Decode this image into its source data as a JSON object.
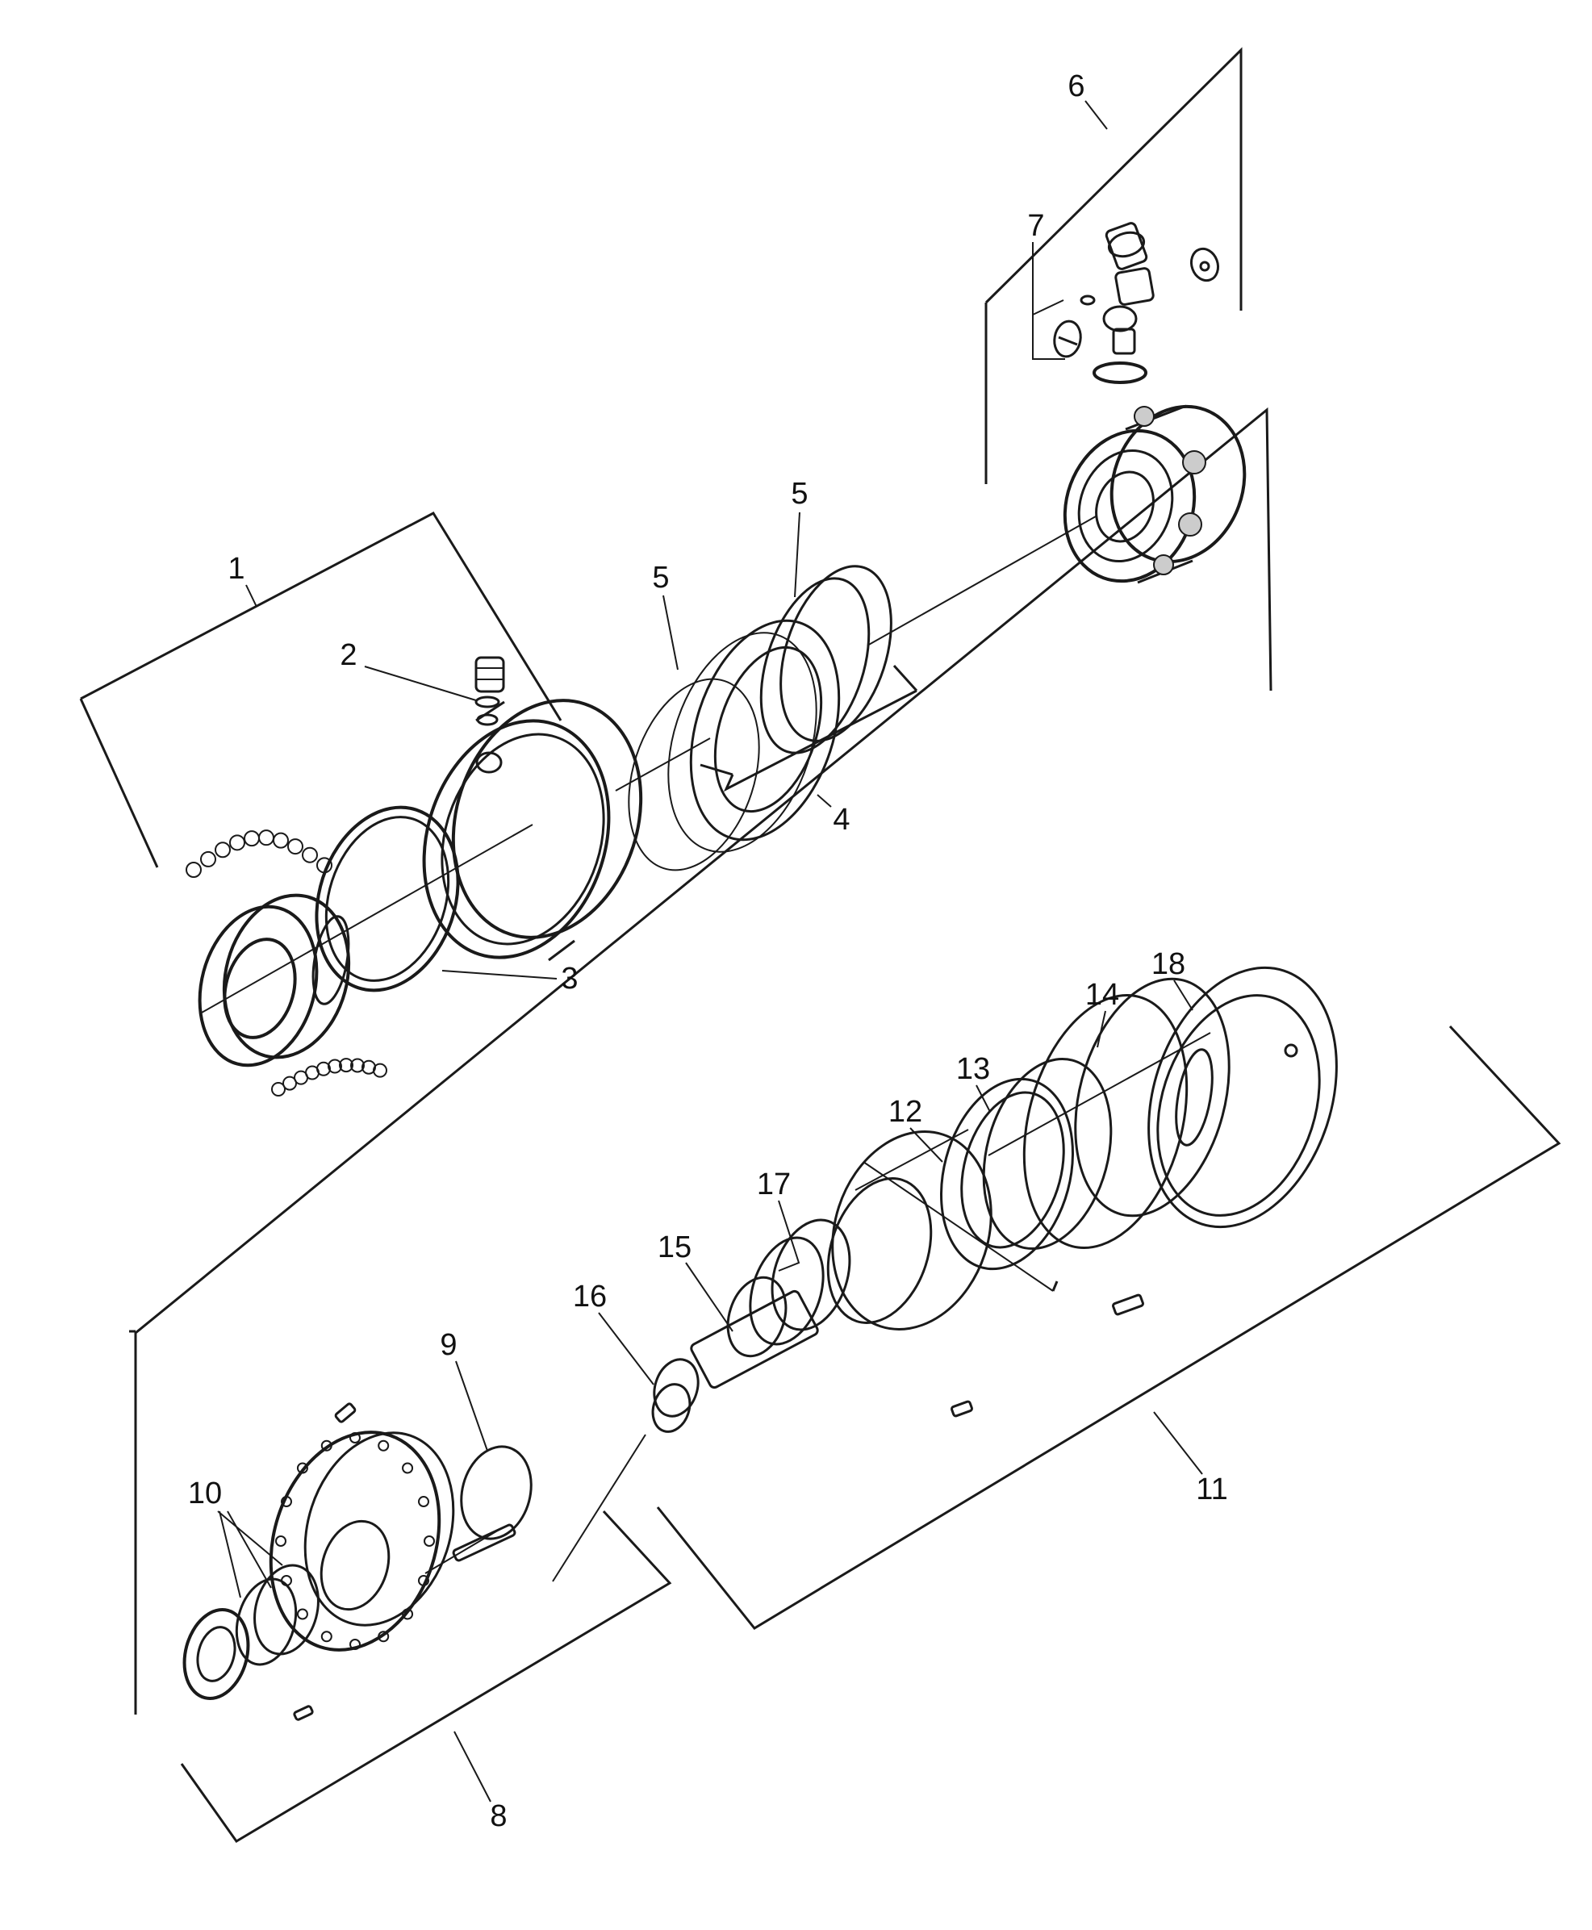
{
  "diagram": {
    "callouts": [
      {
        "id": "c6",
        "label": "6"
      },
      {
        "id": "c7",
        "label": "7"
      },
      {
        "id": "c5a",
        "label": "5"
      },
      {
        "id": "c5b",
        "label": "5"
      },
      {
        "id": "c1",
        "label": "1"
      },
      {
        "id": "c2",
        "label": "2"
      },
      {
        "id": "c4",
        "label": "4"
      },
      {
        "id": "c3",
        "label": "3"
      },
      {
        "id": "c18",
        "label": "18"
      },
      {
        "id": "c14",
        "label": "14"
      },
      {
        "id": "c13",
        "label": "13"
      },
      {
        "id": "c12",
        "label": "12"
      },
      {
        "id": "c17",
        "label": "17"
      },
      {
        "id": "c15",
        "label": "15"
      },
      {
        "id": "c16",
        "label": "16"
      },
      {
        "id": "c9",
        "label": "9"
      },
      {
        "id": "c10",
        "label": "10"
      },
      {
        "id": "c11",
        "label": "11"
      },
      {
        "id": "c8",
        "label": "8"
      }
    ]
  },
  "colors": {
    "line": "#1a1a1a",
    "background": "#ffffff"
  }
}
